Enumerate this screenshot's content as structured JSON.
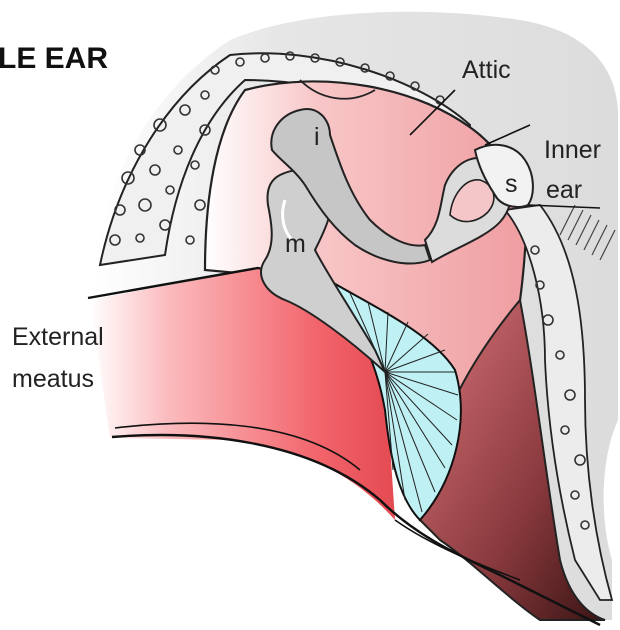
{
  "title": "LE EAR",
  "labels": {
    "attic": "Attic",
    "inner_line1": "Inner",
    "inner_line2": "ear",
    "stapes": "s",
    "incus": "i",
    "malleus": "m",
    "external_line1": "External",
    "external_line2": "meatus"
  },
  "colors": {
    "bone": "#e1e1e1",
    "cavity": "#f2a1a3",
    "canal": "#f05d64",
    "eardrum": "#bff0f3",
    "ossicle": "#c9c9c9",
    "dark": "#3a1414"
  }
}
